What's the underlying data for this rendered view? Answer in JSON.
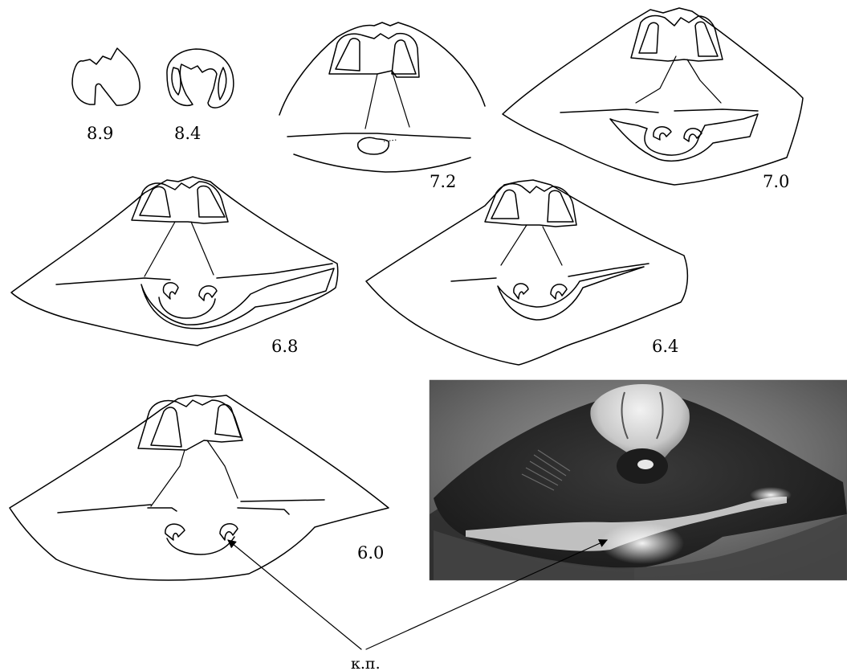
{
  "sections": [
    {
      "id": "s89",
      "label": "8.9"
    },
    {
      "id": "s84",
      "label": "8.4"
    },
    {
      "id": "s72",
      "label": "7.2"
    },
    {
      "id": "s70",
      "label": "7.0"
    },
    {
      "id": "s68",
      "label": "6.8"
    },
    {
      "id": "s64",
      "label": "6.4"
    },
    {
      "id": "s60",
      "label": "6.0"
    }
  ],
  "annotation": {
    "label": "к.п."
  },
  "colors": {
    "stroke": "#000000",
    "background": "#ffffff"
  }
}
